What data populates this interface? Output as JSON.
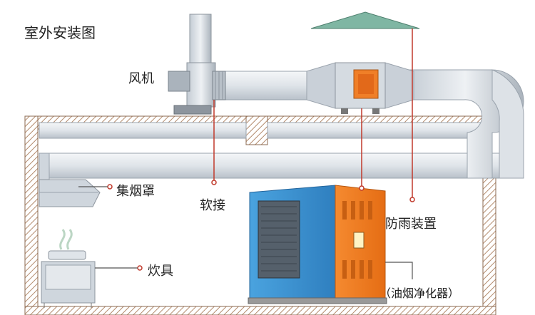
{
  "diagram": {
    "title": "室外安装图",
    "labels": {
      "fan": "风机",
      "hood": "集烟罩",
      "soft_joint": "软接",
      "rain_cover": "防雨装置",
      "stove": "炊具",
      "purifier": "（油烟净化器）"
    },
    "colors": {
      "wall_hatch": "#b38b6d",
      "duct_light": "#e9edf1",
      "duct_mid": "#c9d0d8",
      "duct_dark": "#9aa3ad",
      "rain_cover": "#7fb6a3",
      "purifier_front": "#f07f28",
      "purifier_side": "#3a8fcf",
      "leader_line": "#c0392b"
    }
  }
}
